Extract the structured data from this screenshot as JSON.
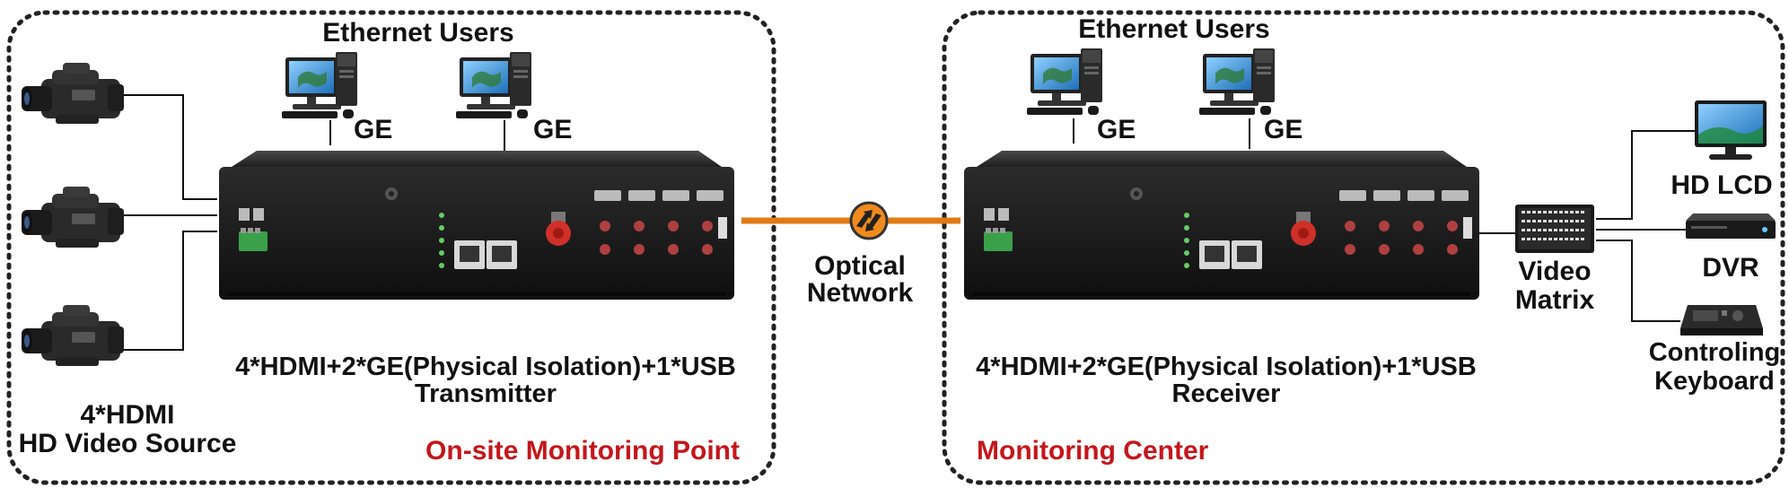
{
  "left_site": {
    "ethernet_label": "Ethernet Users",
    "ge_label_1": "GE",
    "ge_label_2": "GE",
    "device_title_line1": "4*HDMI+2*GE(Physical Isolation)+1*USB",
    "device_title_line2": "Transmitter",
    "source_line1": "4*HDMI",
    "source_line2": "HD Video Source",
    "site_name": "On-site Monitoring Point"
  },
  "middle": {
    "optical_line1": "Optical",
    "optical_line2": "Network"
  },
  "right_site": {
    "ethernet_label": "Ethernet Users",
    "ge_label_1": "GE",
    "ge_label_2": "GE",
    "device_title_line1": "4*HDMI+2*GE(Physical Isolation)+1*USB",
    "device_title_line2": "Receiver",
    "site_name": "Monitoring Center",
    "matrix_line1": "Video",
    "matrix_line2": "Matrix",
    "lcd_label": "HD LCD",
    "dvr_label": "DVR",
    "keyboard_line1": "Controling",
    "keyboard_line2": "Keyboard"
  },
  "colors": {
    "fiber": "#e07b14",
    "site_name": "#c4161c",
    "border": "#222222",
    "device_body": "#1c1c1c"
  }
}
